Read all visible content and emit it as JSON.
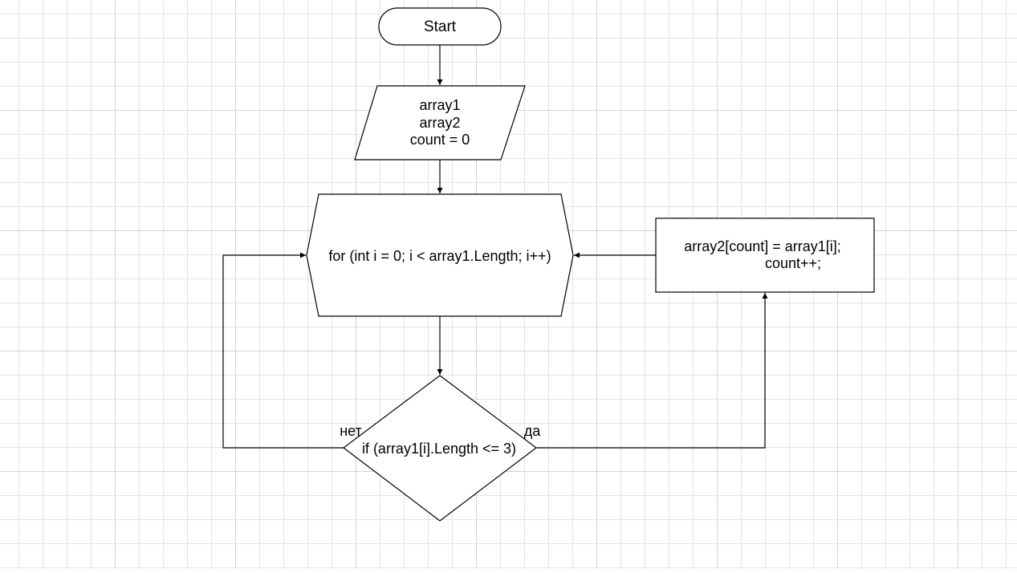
{
  "colors": {
    "background": "#ffffff",
    "grid_minor": "#e4e4e4",
    "grid_major": "#d4d4d4",
    "stroke": "#000000"
  },
  "nodes": {
    "start": {
      "label": "Start"
    },
    "input": {
      "lines": [
        "array1",
        "array2",
        "count = 0"
      ]
    },
    "loop": {
      "label": "for (int i = 0; i < array1.Length; i++)"
    },
    "decision": {
      "label": "if (array1[i].Length <= 3)"
    },
    "process": {
      "lines": [
        "array2[count] = array1[i];",
        "count++;"
      ]
    }
  },
  "edge_labels": {
    "no": "нет",
    "yes": "да"
  }
}
